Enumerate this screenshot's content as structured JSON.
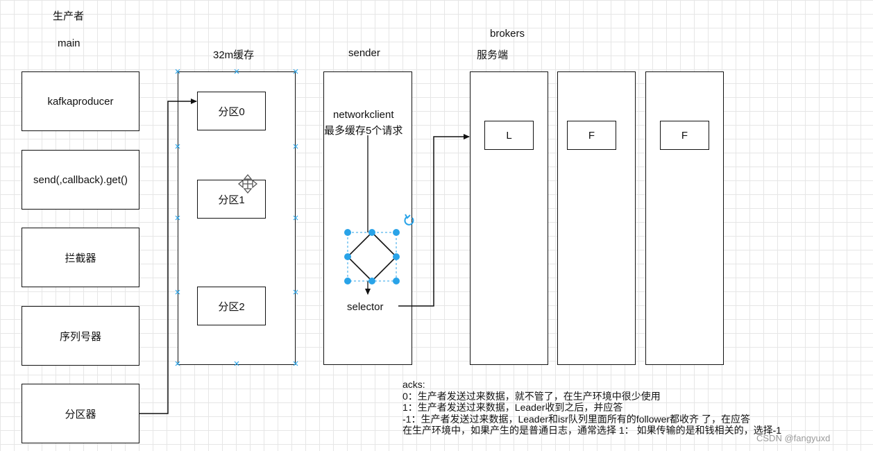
{
  "producer": {
    "title": "生产者",
    "thread": "main"
  },
  "main_boxes": [
    "kafkaproducer",
    "send(,callback).get()",
    "拦截器",
    "序列号器",
    "分区器"
  ],
  "buffer": {
    "title": "32m缓存",
    "partitions": [
      "分区0",
      "分区1",
      "分区2"
    ]
  },
  "sender": {
    "title": "sender",
    "client_line1": "networkclient",
    "client_line2": "最多缓存5个请求",
    "selector": "selector"
  },
  "brokers": {
    "title": "brokers",
    "subtitle": "服务端",
    "nodes": [
      "L",
      "F",
      "F"
    ]
  },
  "acks": {
    "header": "acks:",
    "lines": [
      "0：生产者发送过来数据，就不管了，在生产环境中很少使用",
      "1：生产者发送过来数据，Leader收到之后，并应答",
      "-1：生产者发送过来数据，Leader和isr队列里面所有的follower都收齐 了，在应答",
      "在生产环境中，如果产生的是普通日志，通常选择 1： 如果传输的是和钱相关的，选择-1"
    ]
  },
  "watermark": "CSDN @fangyuxd",
  "colors": {
    "line": "#111111",
    "handle": "#29a3e8",
    "grid": "#e6e6e6"
  }
}
